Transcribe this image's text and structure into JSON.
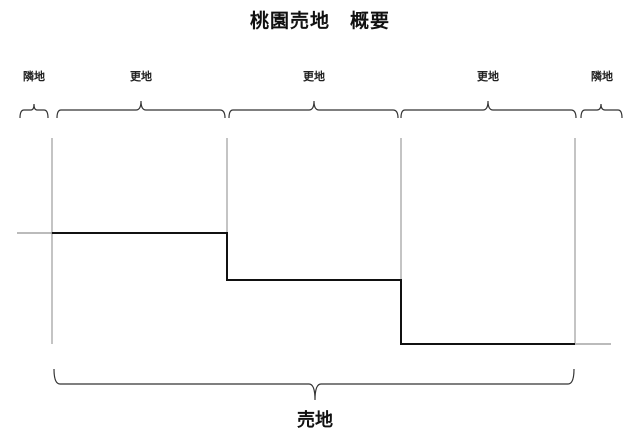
{
  "title": "桃園売地　概要",
  "segments": [
    {
      "label": "隣地"
    },
    {
      "label": "更地"
    },
    {
      "label": "更地"
    },
    {
      "label": "更地"
    },
    {
      "label": "隣地"
    }
  ],
  "bottom_label": "売地",
  "colors": {
    "profile_line": "#111111",
    "guide_line": "#888888",
    "brace": "#333333"
  }
}
